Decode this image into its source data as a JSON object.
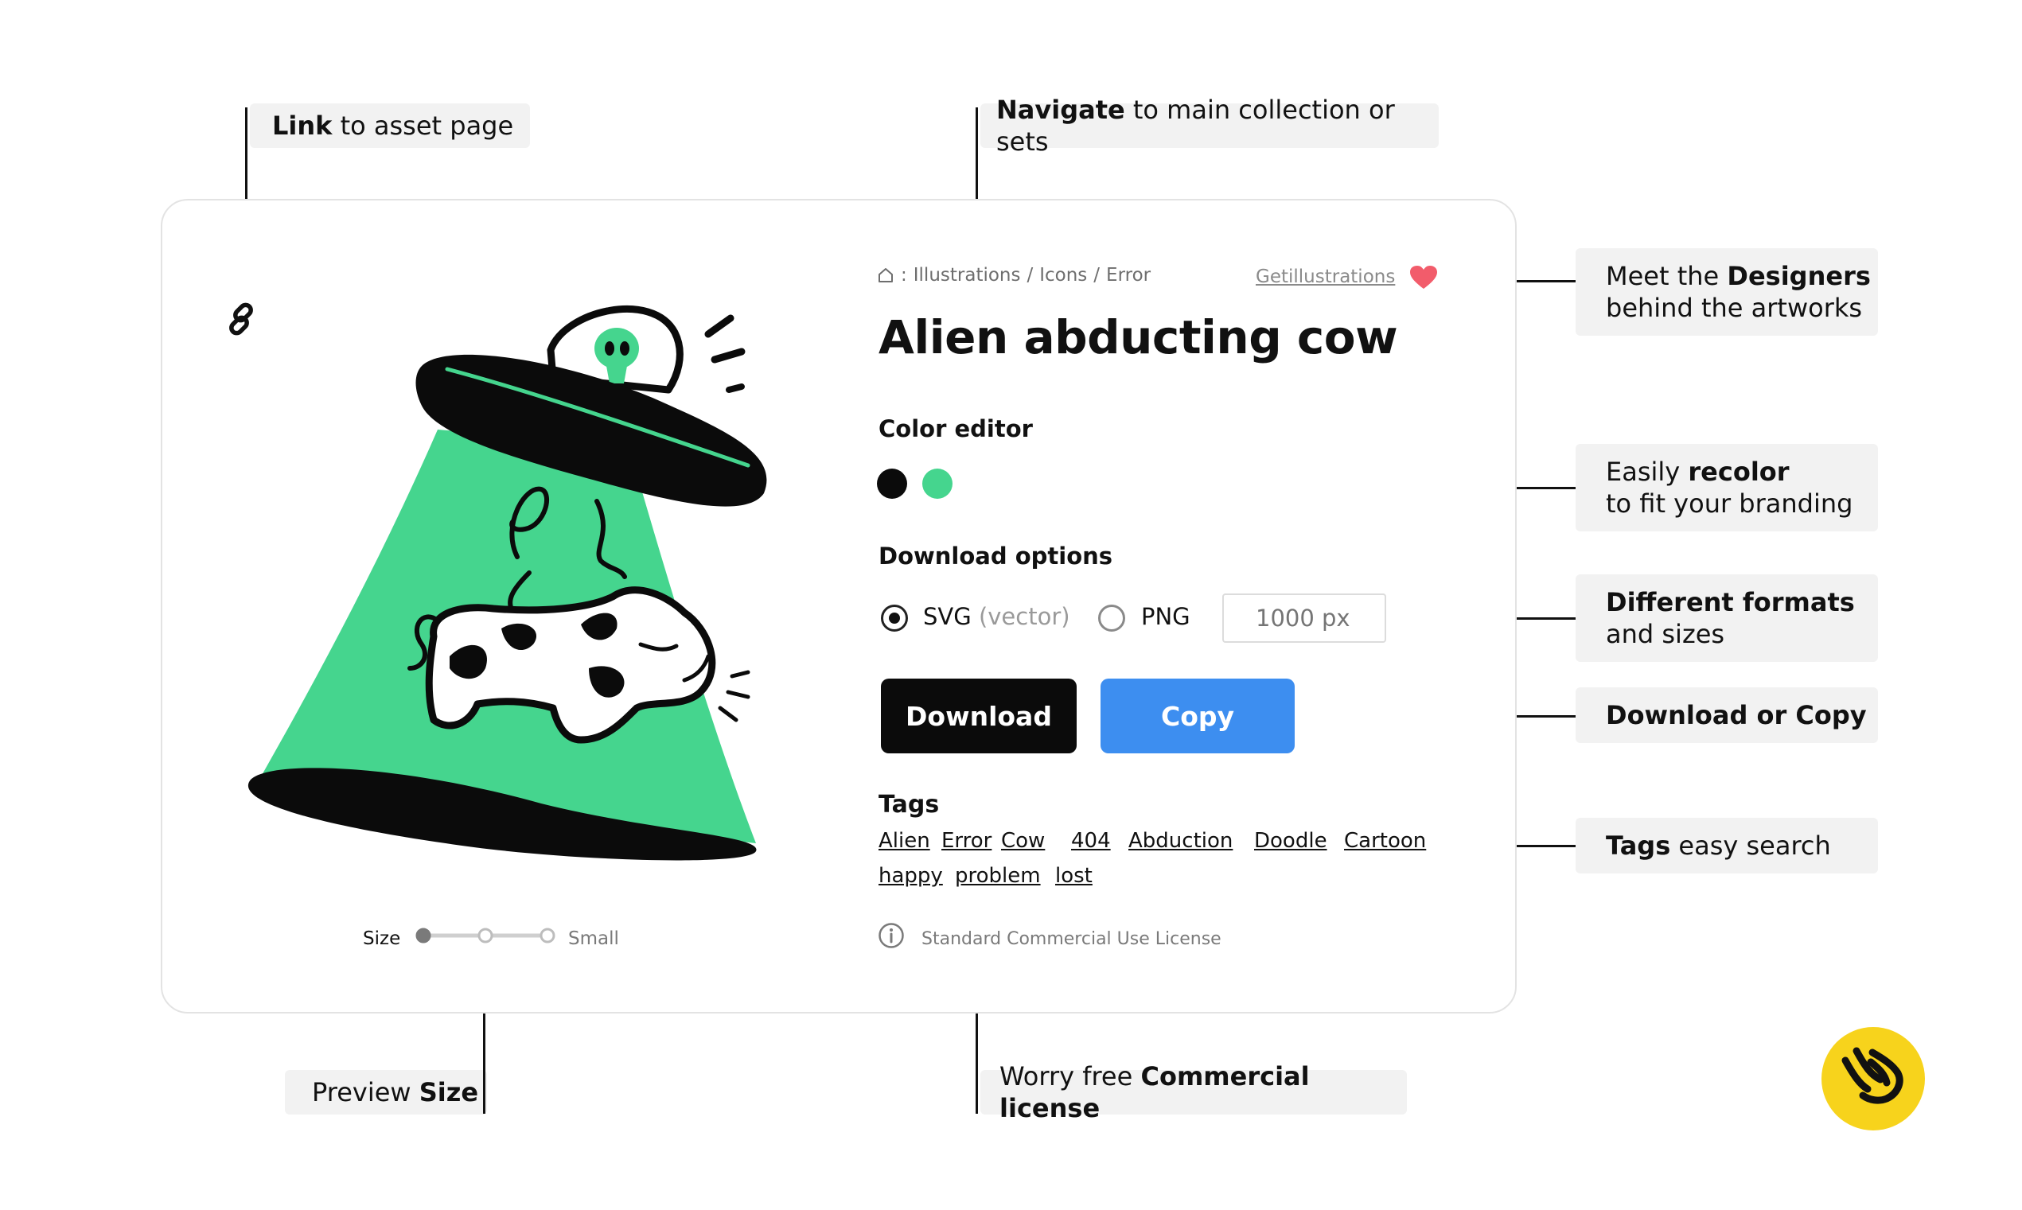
{
  "callouts": {
    "link": {
      "bold": "Link",
      "rest": " to asset page"
    },
    "navigate": {
      "bold": "Navigate",
      "rest": " to main collection or sets"
    },
    "designers": {
      "line1_pre": "Meet the ",
      "line1_bold": "Designers",
      "line2": "behind the artworks"
    },
    "recolor": {
      "line1_pre": "Easily ",
      "line1_bold": "recolor",
      "line2": "to fit your branding"
    },
    "formats": {
      "line1_bold": "Different formats",
      "line2": "and sizes"
    },
    "download_copy": {
      "bold": "Download or Copy"
    },
    "tags": {
      "bold": "Tags",
      "rest": " easy search"
    },
    "preview": {
      "pre": "Preview ",
      "bold": "Size"
    },
    "license": {
      "pre": "Worry free ",
      "bold": "Commercial license"
    }
  },
  "breadcrumb": {
    "separator": ":",
    "items": [
      "Illustrations",
      "/",
      "Icons",
      "/",
      "Error"
    ]
  },
  "designer_link": "Getillustrations",
  "title": "Alien abducting cow",
  "color_editor": {
    "label": "Color editor",
    "colors": [
      "#0b0b0b",
      "#45d58e"
    ]
  },
  "download_options": {
    "label": "Download options",
    "svg_label": "SVG",
    "svg_sub": "(vector)",
    "png_label": "PNG",
    "size_placeholder": "1000 px",
    "selected": "SVG"
  },
  "buttons": {
    "download": "Download",
    "copy": "Copy"
  },
  "tags": {
    "label": "Tags",
    "items": [
      "Alien",
      "Error",
      "Cow",
      "404",
      "Abduction",
      "Doodle",
      "Cartoon",
      "happy",
      "problem",
      "lost"
    ]
  },
  "license": "Standard Commercial Use License",
  "size_control": {
    "label": "Size",
    "value_label": "Small",
    "level_index": 0,
    "levels": 3
  },
  "colors": {
    "accent_green": "#45d58e",
    "button_blue": "#3d8ef0",
    "heart": "#f25c6b",
    "logo_yellow": "#f7d31c"
  }
}
